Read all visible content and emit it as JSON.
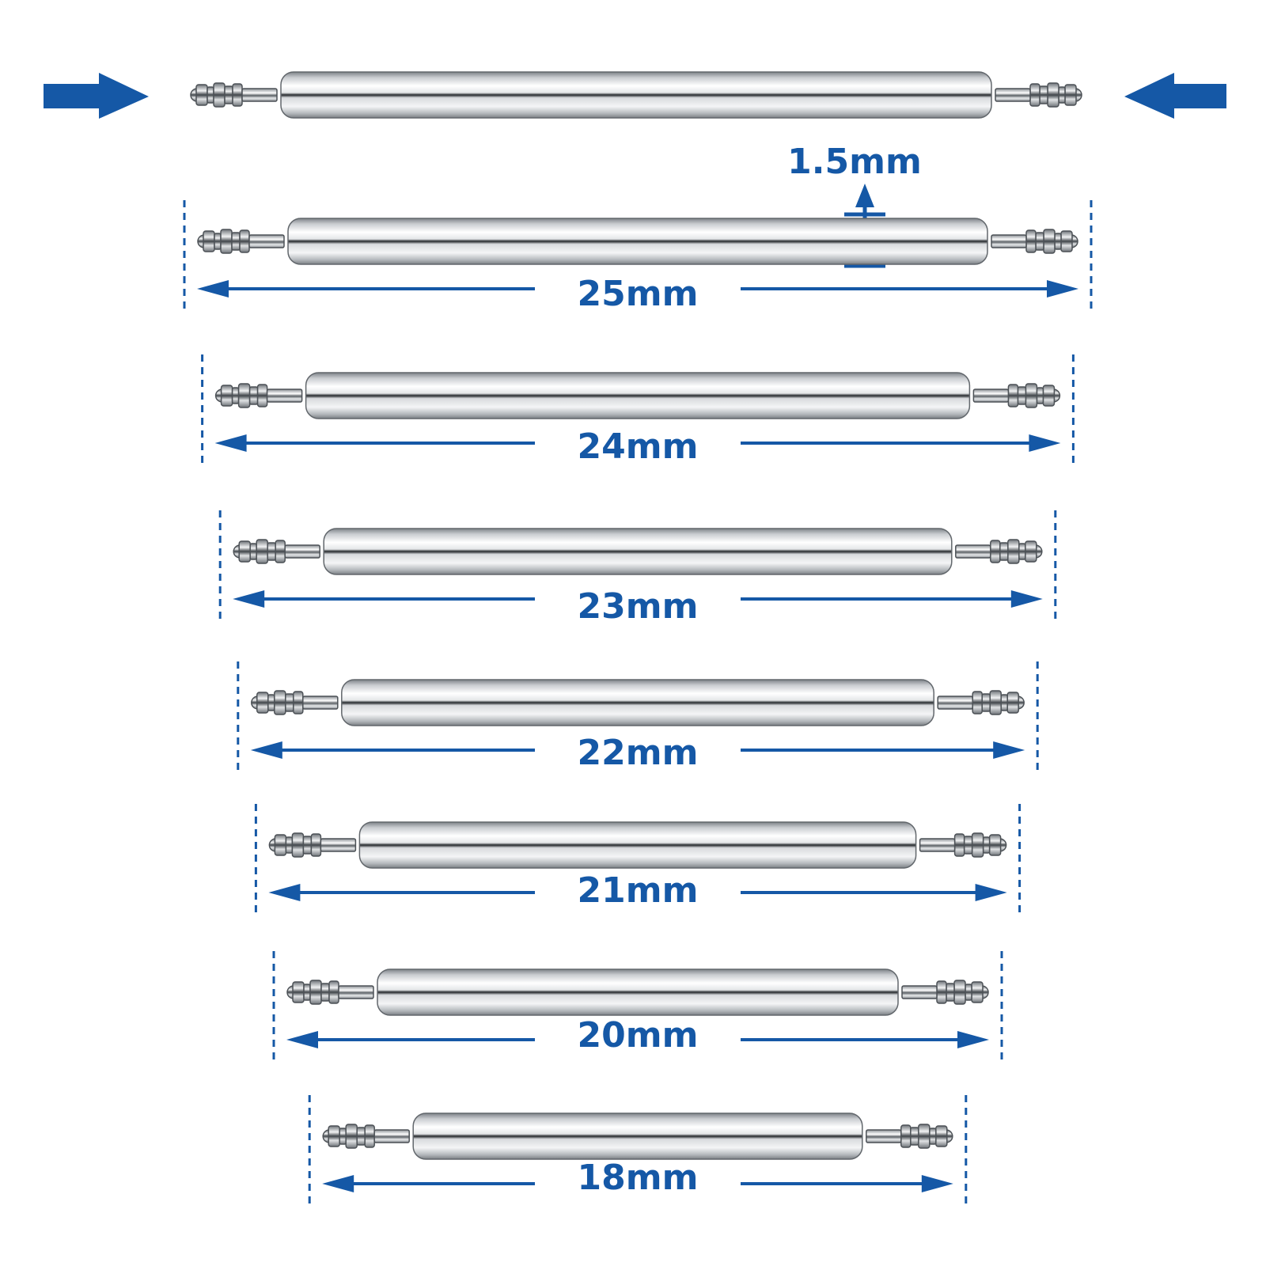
{
  "colors": {
    "accent": "#1558a6",
    "steel_dark": "#8e9398",
    "steel_light": "#ffffff"
  },
  "top_pin": {
    "left_arrow_icon": "arrow-right-icon",
    "right_arrow_icon": "arrow-left-icon"
  },
  "diameter_label": "1.5mm",
  "pins": [
    {
      "label": "25mm",
      "length_mm": 25
    },
    {
      "label": "24mm",
      "length_mm": 24
    },
    {
      "label": "23mm",
      "length_mm": 23
    },
    {
      "label": "22mm",
      "length_mm": 22
    },
    {
      "label": "21mm",
      "length_mm": 21
    },
    {
      "label": "20mm",
      "length_mm": 20
    },
    {
      "label": "18mm",
      "length_mm": 18
    }
  ]
}
